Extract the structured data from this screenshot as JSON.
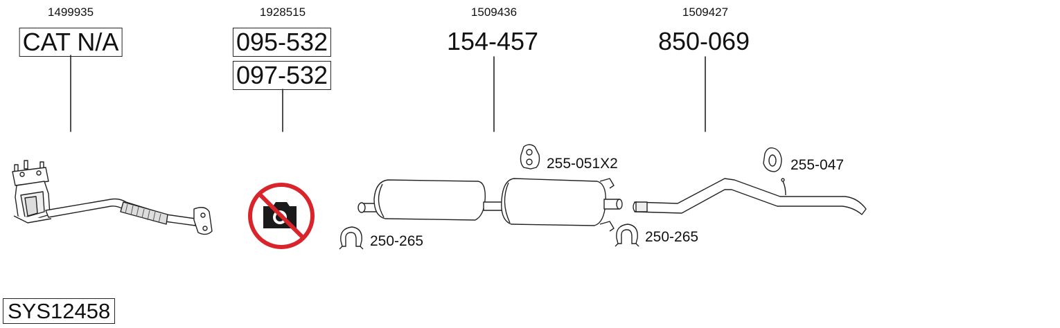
{
  "parts": [
    {
      "oem": "1499935",
      "numbers": [
        "CAT N/A"
      ]
    },
    {
      "oem": "1928515",
      "numbers": [
        "095-532",
        "097-532"
      ]
    },
    {
      "oem": "1509436",
      "numbers": [
        "154-457"
      ]
    },
    {
      "oem": "1509427",
      "numbers": [
        "850-069"
      ]
    }
  ],
  "accessories": [
    {
      "code": "250-265",
      "icon": "clamp-icon"
    },
    {
      "code": "255-051X2",
      "icon": "rubber-hanger-icon"
    },
    {
      "code": "250-265",
      "icon": "clamp-icon"
    },
    {
      "code": "255-047",
      "icon": "rubber-ring-icon"
    }
  ],
  "system_code": "SYS12458",
  "colors": {
    "line": "#222222",
    "no_photo_red": "#d9242b",
    "no_photo_black": "#1a1a1a"
  },
  "icons": [
    "catalytic-converter-icon",
    "no-photo-icon",
    "muffler-icon",
    "tail-pipe-icon"
  ]
}
